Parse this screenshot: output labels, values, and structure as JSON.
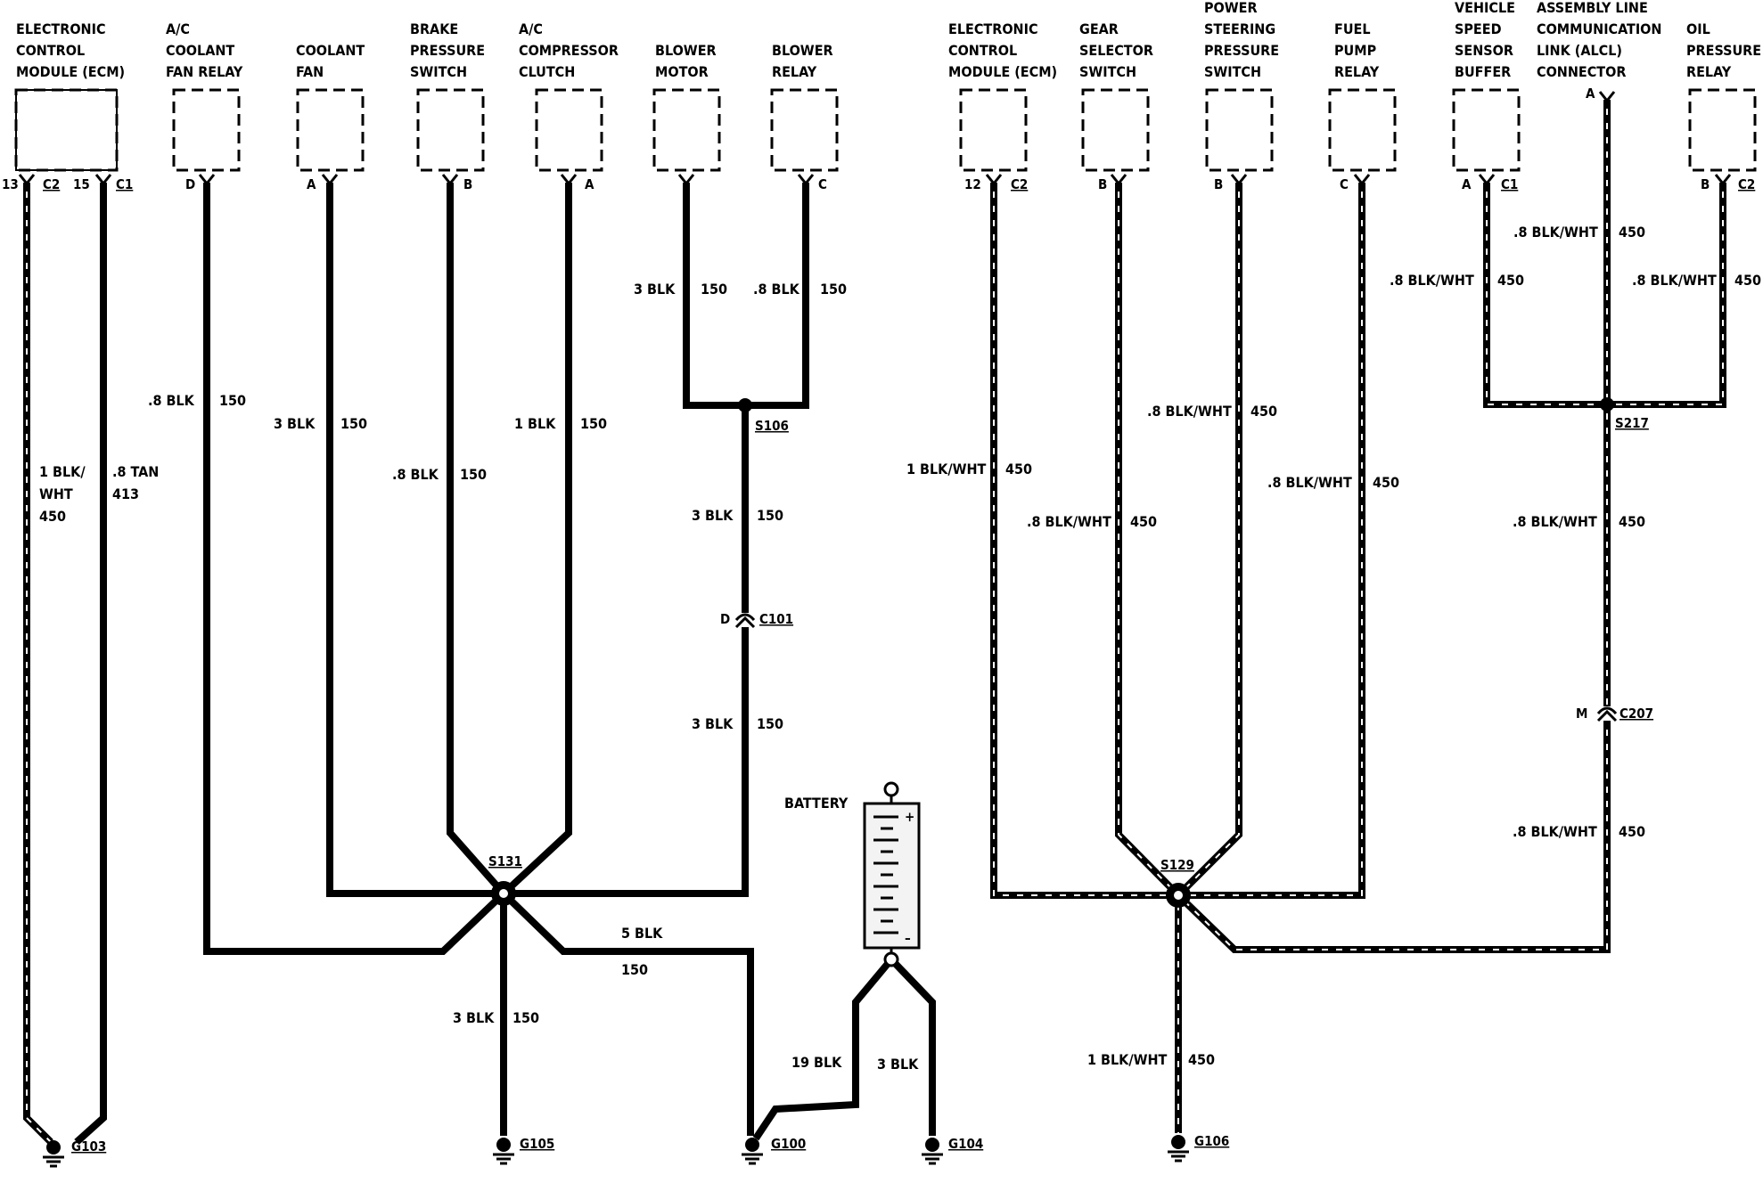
{
  "components": {
    "ecm_left": [
      "ELECTRONIC",
      "CONTROL",
      "MODULE (ECM)"
    ],
    "ac_coolant_fan_relay": [
      "A/C",
      "COOLANT",
      "FAN RELAY"
    ],
    "coolant_fan": [
      "COOLANT",
      "FAN"
    ],
    "brake_pressure_switch": [
      "BRAKE",
      "PRESSURE",
      "SWITCH"
    ],
    "ac_compressor_clutch": [
      "A/C",
      "COMPRESSOR",
      "CLUTCH"
    ],
    "blower_motor": [
      "BLOWER",
      "MOTOR"
    ],
    "blower_relay": [
      "BLOWER",
      "RELAY"
    ],
    "ecm_right": [
      "ELECTRONIC",
      "CONTROL",
      "MODULE (ECM)"
    ],
    "gear_selector_switch": [
      "GEAR",
      "SELECTOR",
      "SWITCH"
    ],
    "power_steering_pressure_switch": [
      "POWER",
      "STEERING",
      "PRESSURE",
      "SWITCH"
    ],
    "fuel_pump_relay": [
      "FUEL",
      "PUMP",
      "RELAY"
    ],
    "vehicle_speed_sensor_buffer": [
      "VEHICLE",
      "SPEED",
      "SENSOR",
      "BUFFER"
    ],
    "alcl_connector": [
      "ASSEMBLY LINE",
      "COMMUNICATION",
      "LINK (ALCL)",
      "CONNECTOR"
    ],
    "oil_pressure_relay": [
      "OIL",
      "PRESSURE",
      "RELAY"
    ],
    "battery": "BATTERY"
  },
  "pins": {
    "ecm_left_a": "13",
    "ecm_left_a_conn": "C2",
    "ecm_left_b": "15",
    "ecm_left_b_conn": "C1",
    "ac_coolant_fan_relay": "D",
    "coolant_fan": "A",
    "brake_pressure_switch": "B",
    "ac_compressor_clutch": "A",
    "blower_relay": "C",
    "ecm_right": "12",
    "ecm_right_conn": "C2",
    "gear_selector_switch": "B",
    "power_steering_pressure_switch": "B",
    "fuel_pump_relay": "C",
    "vehicle_speed_sensor_buffer": "A",
    "vehicle_speed_sensor_buffer_conn": "C1",
    "alcl_connector": "A",
    "oil_pressure_relay": "B",
    "oil_pressure_relay_conn": "C2"
  },
  "wires": {
    "ecm13": {
      "gauge": "1 BLK/",
      "gauge2": "WHT",
      "circuit": "450"
    },
    "ecm15": {
      "gauge": ".8 TAN",
      "circuit": "413"
    },
    "ac_relay": {
      "gauge": ".8 BLK",
      "circuit": "150"
    },
    "coolant_fan": {
      "gauge": "3 BLK",
      "circuit": "150"
    },
    "brake_switch": {
      "gauge": ".8 BLK",
      "circuit": "150"
    },
    "compressor": {
      "gauge": "1 BLK",
      "circuit": "150"
    },
    "blower_motor": {
      "gauge": "3 BLK",
      "circuit": "150"
    },
    "blower_relay": {
      "gauge": ".8 BLK",
      "circuit": "150"
    },
    "s106_c101": {
      "gauge": "3 BLK",
      "circuit": "150"
    },
    "c101_s131": {
      "gauge": "3 BLK",
      "circuit": "150"
    },
    "s131_g100": {
      "gauge": "5 BLK",
      "circuit": "150"
    },
    "s131_g105": {
      "gauge": "3 BLK",
      "circuit": "150"
    },
    "battery_g100": {
      "gauge": "19 BLK"
    },
    "battery_g104": {
      "gauge": "3 BLK"
    },
    "ecm12": {
      "gauge": "1 BLK/WHT",
      "circuit": "450"
    },
    "gear_selector": {
      "gauge": ".8 BLK/WHT",
      "circuit": "450"
    },
    "ps_switch": {
      "gauge": ".8 BLK/WHT",
      "circuit": "450"
    },
    "fuel_pump": {
      "gauge": ".8 BLK/WHT",
      "circuit": "450"
    },
    "vss_buffer": {
      "gauge": ".8 BLK/WHT",
      "circuit": "450"
    },
    "alcl": {
      "gauge": ".8 BLK/WHT",
      "circuit": "450"
    },
    "oil_relay": {
      "gauge": ".8 BLK/WHT",
      "circuit": "450"
    },
    "s217_c207": {
      "gauge": ".8 BLK/WHT",
      "circuit": "450"
    },
    "c207_s129": {
      "gauge": ".8 BLK/WHT",
      "circuit": "450"
    },
    "s129_g106": {
      "gauge": "1 BLK/WHT",
      "circuit": "450"
    }
  },
  "splices": {
    "s106": "S106",
    "s131": "S131",
    "s129": "S129",
    "s217": "S217"
  },
  "connectors": {
    "c101": "C101",
    "c101_pin": "D",
    "c207": "C207",
    "c207_pin": "M"
  },
  "grounds": {
    "g103": "G103",
    "g105": "G105",
    "g100": "G100",
    "g104": "G104",
    "g106": "G106"
  }
}
